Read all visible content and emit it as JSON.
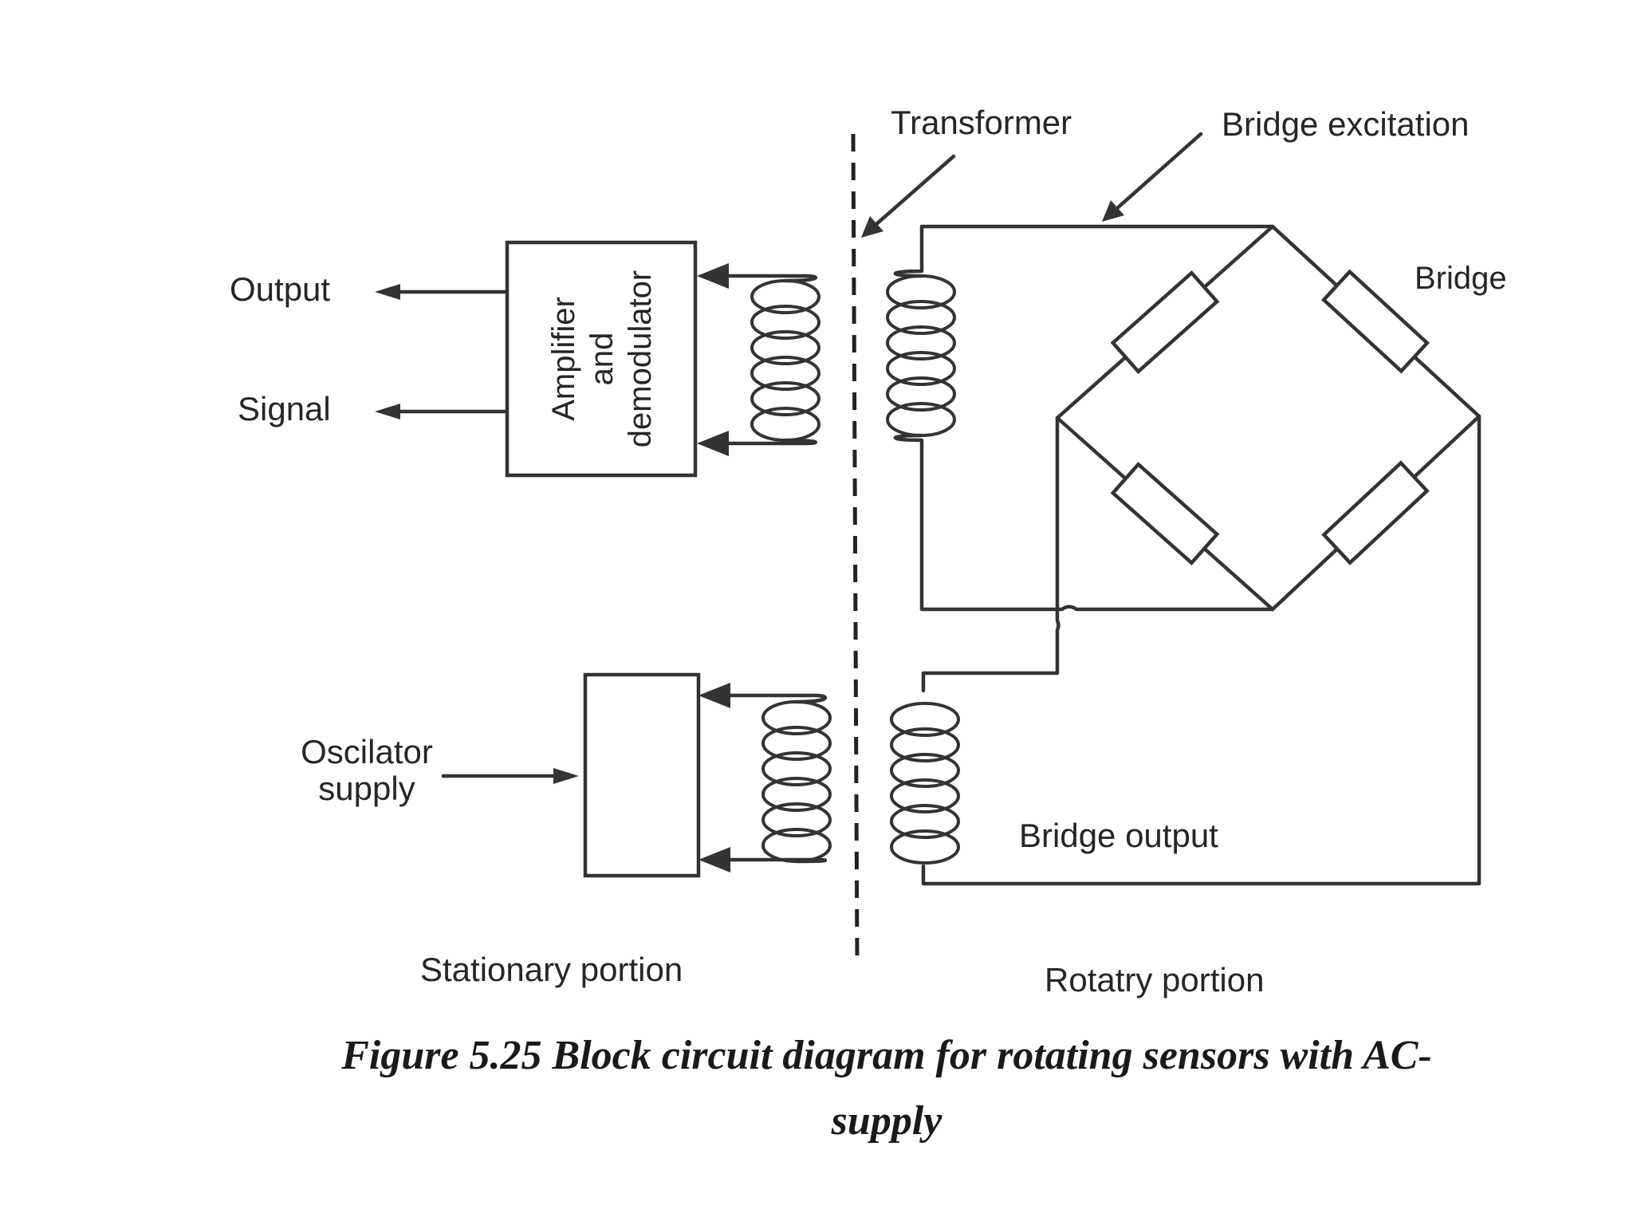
{
  "labels": {
    "transformer": "Transformer",
    "bridge_excitation": "Bridge excitation",
    "bridge": "Bridge",
    "output": "Output",
    "signal": "Signal",
    "amplifier_line1": "Amplifier",
    "amplifier_line2": "and",
    "amplifier_line3": "demodulator",
    "oscillator_line1": "Oscilator",
    "oscillator_line2": "supply",
    "bridge_output": "Bridge output",
    "stationary_portion": "Stationary portion",
    "rotary_portion": "Rotatry portion"
  },
  "caption": {
    "line1": "Figure 5.25 Block circuit diagram for rotating sensors with AC-",
    "line2": "supply"
  }
}
